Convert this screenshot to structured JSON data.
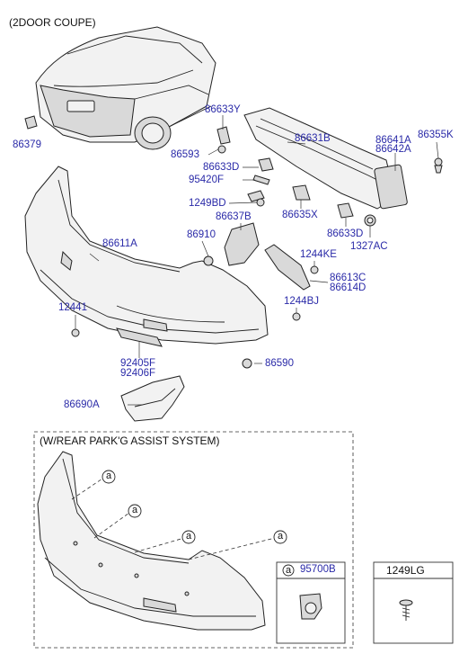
{
  "header": {
    "variant": "(2DOOR COUPE)"
  },
  "parts": {
    "p86379": "86379",
    "p86633Y": "86633Y",
    "p86593": "86593",
    "p86631B": "86631B",
    "p86641A": "86641A",
    "p86642A": "86642A",
    "p86355K": "86355K",
    "p86633D_a": "86633D",
    "p95420F": "95420F",
    "p1249BD": "1249BD",
    "p86635X": "86635X",
    "p86633D_b": "86633D",
    "p1327AC": "1327AC",
    "p86637B": "86637B",
    "p86611A": "86611A",
    "p86910": "86910",
    "p1244KE": "1244KE",
    "p86613C": "86613C",
    "p86614D": "86614D",
    "p12441": "12441",
    "p1244BJ": "1244BJ",
    "p92405F": "92405F",
    "p92406F": "92406F",
    "p86590": "86590",
    "p86690A": "86690A"
  },
  "inset": {
    "title": "(W/REAR PARK'G ASSIST SYSTEM)",
    "callout_letter": "a",
    "sensor_part": "95700B"
  },
  "extra_box": {
    "part": "1249LG"
  }
}
